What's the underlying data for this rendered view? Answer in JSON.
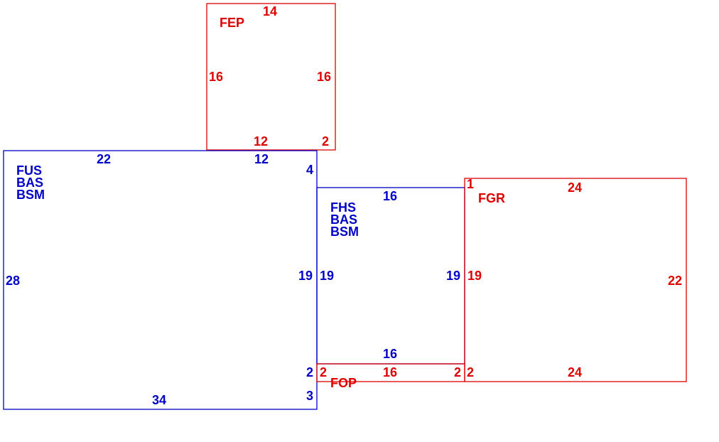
{
  "colors": {
    "blue": "#0000c8",
    "red": "#dd0000",
    "background": "#ffffff"
  },
  "regions": [
    {
      "id": "fep",
      "color": "red",
      "tags": [
        "FEP"
      ],
      "labels": [
        "14",
        "16",
        "16",
        "12",
        "2"
      ]
    },
    {
      "id": "fus",
      "color": "blue",
      "tags": [
        "FUS",
        "BAS",
        "BSM"
      ],
      "labels": [
        "22",
        "12",
        "4",
        "28",
        "19",
        "2",
        "3",
        "34"
      ]
    },
    {
      "id": "fhs",
      "color": "blue",
      "tags": [
        "FHS",
        "BAS",
        "BSM"
      ],
      "labels": [
        "16",
        "19",
        "19",
        "16"
      ]
    },
    {
      "id": "fop",
      "color": "red",
      "tags": [
        "FOP"
      ],
      "labels": [
        "2",
        "16",
        "2"
      ]
    },
    {
      "id": "fgr",
      "color": "red",
      "tags": [
        "FGR"
      ],
      "labels": [
        "1",
        "24",
        "19",
        "22",
        "2",
        "24"
      ]
    }
  ]
}
